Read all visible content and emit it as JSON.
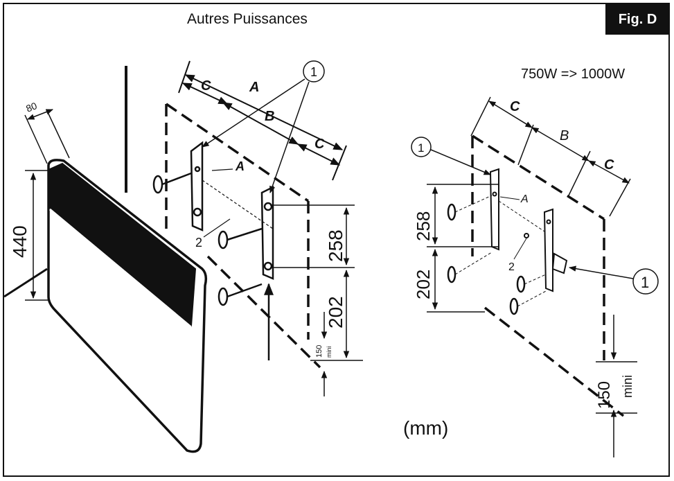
{
  "figure": {
    "tag": "Fig. D",
    "title": "Autres Puissances",
    "power_range": "750W => 1000W",
    "unit": "(mm)"
  },
  "left_diagram": {
    "depth": "80",
    "height": "440",
    "dim_A": "A",
    "dim_B": "B",
    "dim_C_left": "C",
    "dim_C_right": "C",
    "bracket_label": "A",
    "callout_1": "1",
    "callout_2": "2",
    "spacing_upper": "258",
    "spacing_lower": "202",
    "floor_value": "150",
    "floor_note": "mini"
  },
  "right_diagram": {
    "dim_C_left": "C",
    "dim_B": "B",
    "dim_C_right": "C",
    "bracket_label": "A",
    "callout_1_top": "1",
    "callout_1_right": "1",
    "callout_2": "2",
    "spacing_upper": "258",
    "spacing_lower": "202",
    "floor_value": "150",
    "floor_note": "mini"
  }
}
